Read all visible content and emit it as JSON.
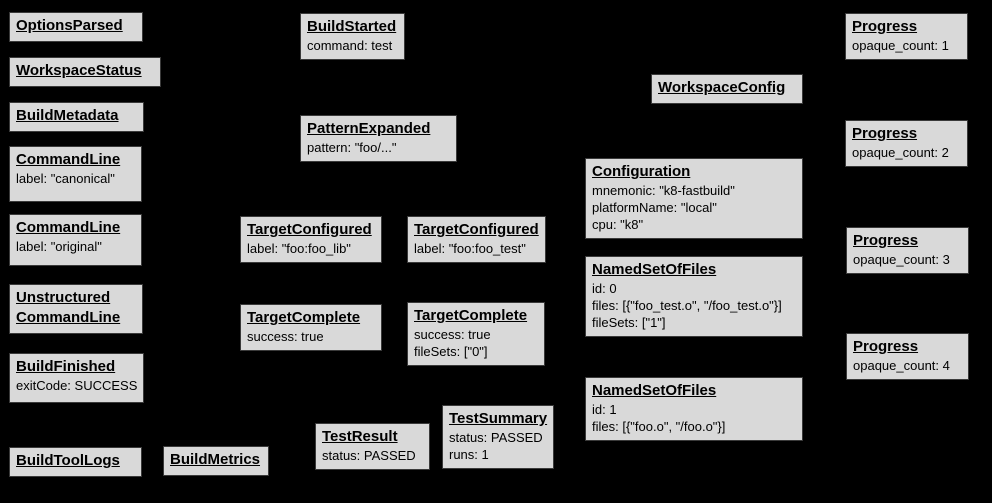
{
  "colors": {
    "background": "#000000",
    "node_fill": "#d9d9d9",
    "node_border": "#3a3a3a",
    "text": "#000000"
  },
  "nodes": {
    "options_parsed": {
      "title": "OptionsParsed"
    },
    "workspace_status": {
      "title": "WorkspaceStatus"
    },
    "build_metadata": {
      "title": "BuildMetadata"
    },
    "command_line_canonical": {
      "title": "CommandLine",
      "line1": "label: \"canonical\""
    },
    "command_line_original": {
      "title": "CommandLine",
      "line1": "label: \"original\""
    },
    "unstructured_command_line": {
      "title": "Unstructured",
      "title2": "CommandLine"
    },
    "build_finished": {
      "title": "BuildFinished",
      "line1": "exitCode: SUCCESS"
    },
    "build_tool_logs": {
      "title": "BuildToolLogs"
    },
    "build_metrics": {
      "title": "BuildMetrics"
    },
    "build_started": {
      "title": "BuildStarted",
      "line1": "command: test"
    },
    "pattern_expanded": {
      "title": "PatternExpanded",
      "line1": "pattern: \"foo/...\""
    },
    "target_configured_lib": {
      "title": "TargetConfigured",
      "line1": "label: \"foo:foo_lib\""
    },
    "target_configured_test": {
      "title": "TargetConfigured",
      "line1": "label: \"foo:foo_test\""
    },
    "target_complete_lib": {
      "title": "TargetComplete",
      "line1": "success: true"
    },
    "target_complete_test": {
      "title": "TargetComplete",
      "line1": "success: true",
      "line2": "fileSets: [\"0\"]"
    },
    "test_result": {
      "title": "TestResult",
      "line1": "status: PASSED"
    },
    "test_summary": {
      "title": "TestSummary",
      "line1": "status: PASSED",
      "line2": "runs: 1"
    },
    "workspace_config": {
      "title": "WorkspaceConfig"
    },
    "configuration": {
      "title": "Configuration",
      "line1": "mnemonic: \"k8-fastbuild\"",
      "line2": "platformName: \"local\"",
      "line3": "cpu: \"k8\""
    },
    "named_set_0": {
      "title": "NamedSetOfFiles",
      "line1": "id: 0",
      "line2": "files: [{\"foo_test.o\", \"/foo_test.o\"}]",
      "line3": "fileSets: [\"1\"]"
    },
    "named_set_1": {
      "title": "NamedSetOfFiles",
      "line1": "id: 1",
      "line2": "files: [{\"foo.o\", \"/foo.o\"}]"
    },
    "progress_1": {
      "title": "Progress",
      "line1": "opaque_count: 1"
    },
    "progress_2": {
      "title": "Progress",
      "line1": "opaque_count: 2"
    },
    "progress_3": {
      "title": "Progress",
      "line1": "opaque_count: 3"
    },
    "progress_4": {
      "title": "Progress",
      "line1": "opaque_count: 4"
    }
  }
}
